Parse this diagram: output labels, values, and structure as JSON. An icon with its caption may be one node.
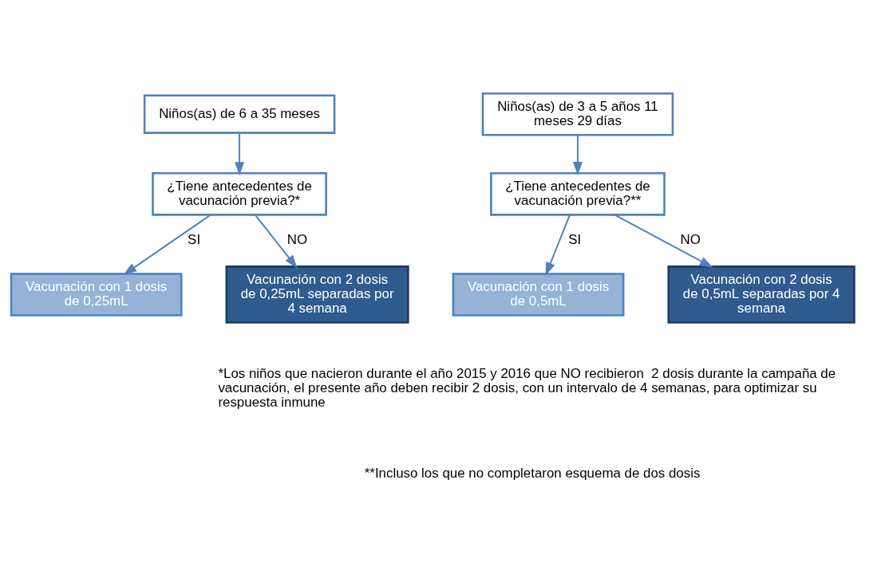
{
  "diagram": {
    "nodes": [
      {
        "text": [
          "Niños(as) de 6 a 35 meses"
        ]
      },
      {
        "text": [
          "¿Tiene antecedentes de vacunación previa?*"
        ]
      },
      {
        "text": [
          "Vacunación con 1 dosis de 0,25mL"
        ]
      },
      {
        "text": [
          "Vacunación con 2 dosis de 0,25mL separadas por 4 semana"
        ]
      },
      {
        "text": [
          "Niños(as) de 3 a 5 años 11 meses 29 días"
        ]
      },
      {
        "text": [
          "¿Tiene antecedentes de vacunación previa?**"
        ]
      },
      {
        "text": [
          "Vacunación con 1 dosis de 0,5mL"
        ]
      },
      {
        "text": [
          "Vacunación con 2 dosis de 0,5mL separadas por 4 semana"
        ]
      }
    ],
    "edges": [
      {
        "from": 0,
        "to": 1,
        "arrow": "to"
      },
      {
        "from": 1,
        "to": 2,
        "arrow": "to",
        "label": "SI"
      },
      {
        "from": 1,
        "to": 3,
        "arrow": "to",
        "label": "NO"
      },
      {
        "from": 4,
        "to": 5,
        "arrow": "to"
      },
      {
        "from": 5,
        "to": 6,
        "arrow": "to",
        "label": "SI"
      },
      {
        "from": 5,
        "to": 7,
        "arrow": "to",
        "label": "NO"
      }
    ],
    "labels": [
      "*Los niños que nacieron durante el año 2015 y 2016 que NO recibieron  2 dosis durante la campaña de vacunación, el presente año deben recibir 2 dosis, con un intervalo de 4 semanas, para optimizar su respuesta inmune",
      "**Incluso los que no completaron esquema de dos dosis"
    ]
  }
}
